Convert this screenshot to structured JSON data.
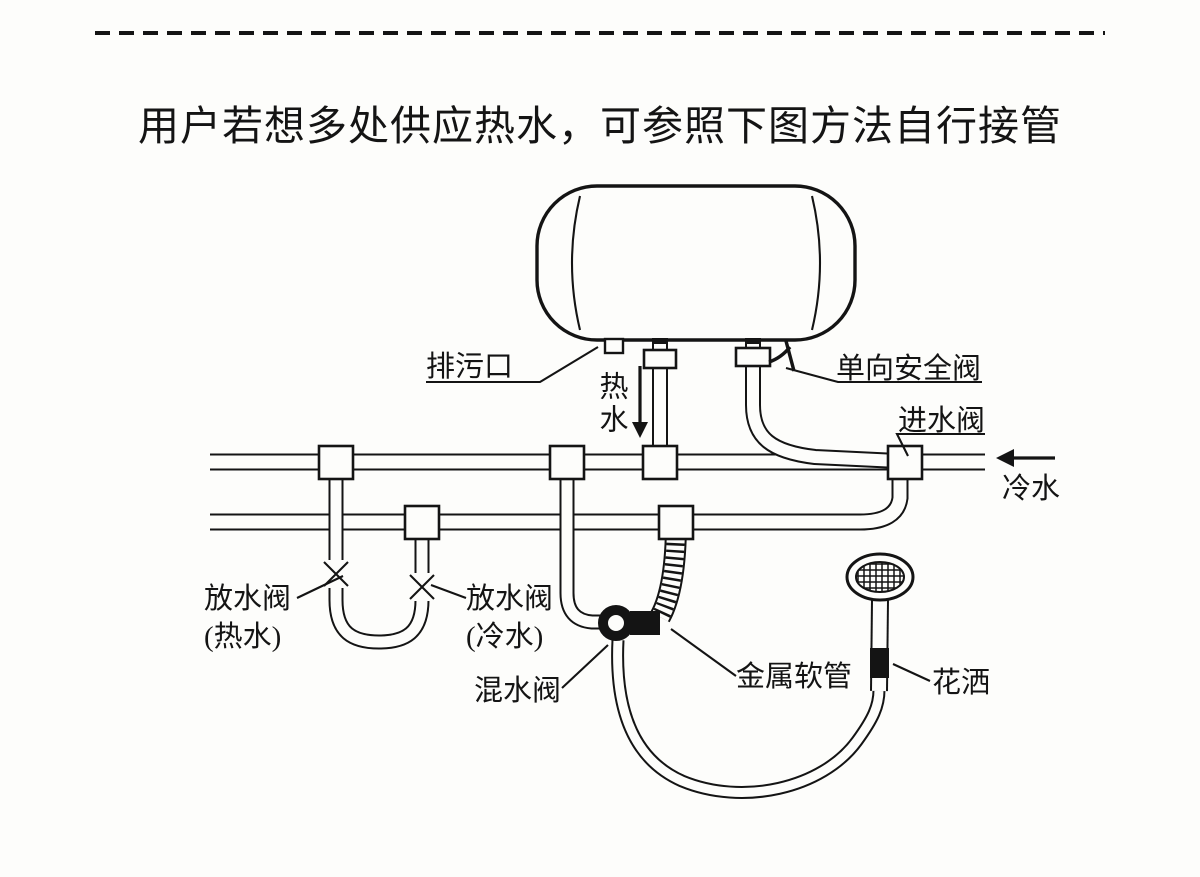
{
  "title": "用户若想多处供应热水，可参照下图方法自行接管",
  "diagram": {
    "labels": {
      "drain_outlet": "排污口",
      "hot_water": "热水",
      "safety_valve": "单向安全阀",
      "inlet_valve": "进水阀",
      "cold_water": "冷水",
      "drain_valve_hot": "放水阀\n(热水)",
      "drain_valve_cold": "放水阀\n(冷水)",
      "mixing_valve": "混水阀",
      "metal_hose": "金属软管",
      "shower_head": "花洒"
    },
    "arrows": {
      "hot_water_direction": "down",
      "cold_water_direction": "left"
    },
    "colors": {
      "ink": "#141414",
      "background": "#fdfdfb"
    }
  }
}
